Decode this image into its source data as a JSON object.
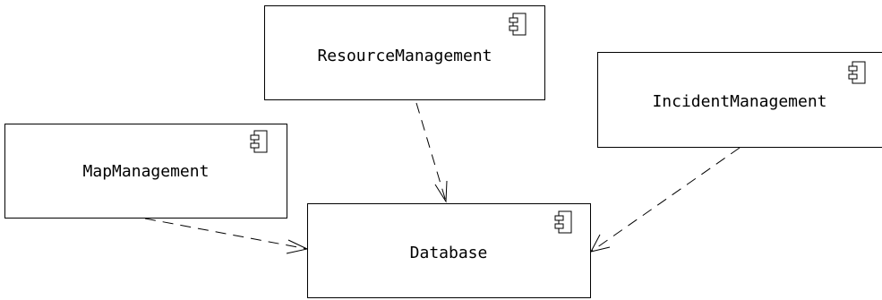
{
  "components": {
    "resource_management": {
      "label": "ResourceManagement",
      "icon": "component-icon"
    },
    "incident_management": {
      "label": "IncidentManagement",
      "icon": "component-icon"
    },
    "map_management": {
      "label": "MapManagement",
      "icon": "component-icon"
    },
    "database": {
      "label": "Database",
      "icon": "component-icon"
    }
  },
  "dependencies": [
    {
      "from": "ResourceManagement",
      "to": "Database",
      "style": "dashed-open-arrow"
    },
    {
      "from": "IncidentManagement",
      "to": "Database",
      "style": "dashed-open-arrow"
    },
    {
      "from": "MapManagement",
      "to": "Database",
      "style": "dashed-open-arrow"
    }
  ]
}
